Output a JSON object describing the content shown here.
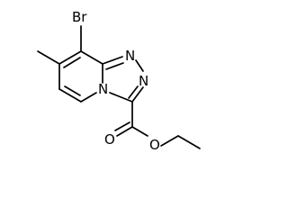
{
  "molecule": {
    "atoms": {
      "br": "Br",
      "n_top": "N",
      "n_right": "N",
      "n_bridge": "N",
      "o_carbonyl": "O",
      "o_ester": "O"
    }
  }
}
